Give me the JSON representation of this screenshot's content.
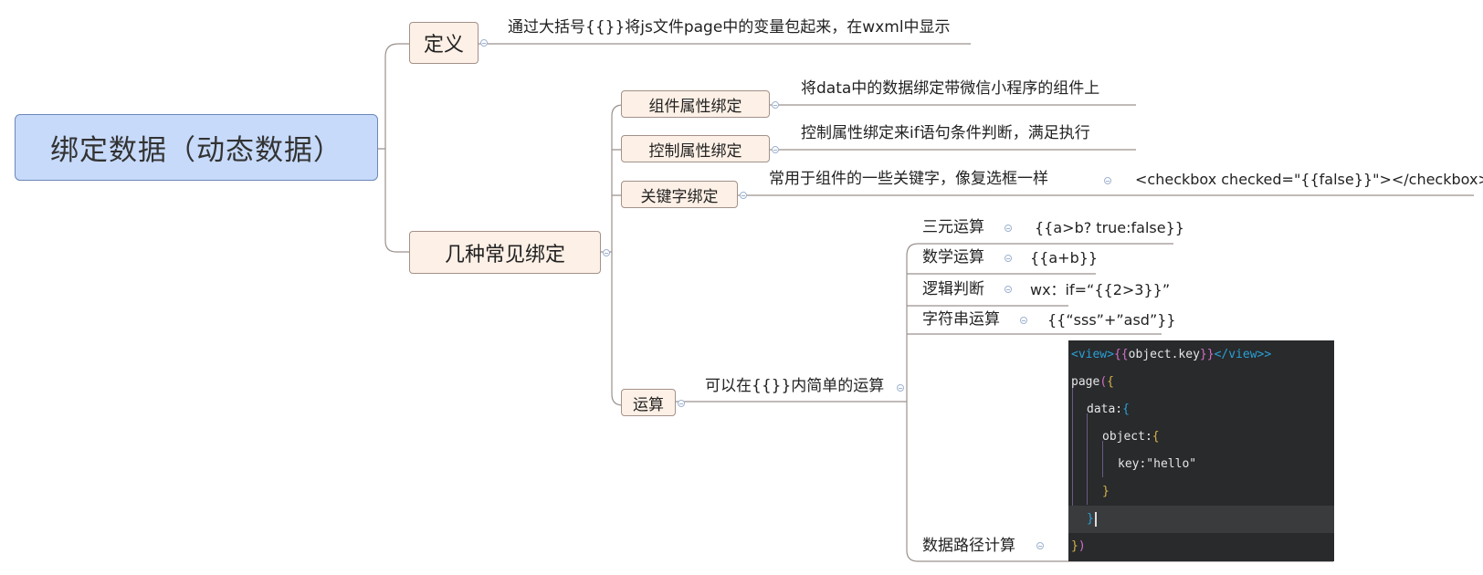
{
  "root": {
    "label": "绑定数据（动态数据）"
  },
  "definition": {
    "label": "定义",
    "text": "通过大括号{{}}将js文件page中的变量包起来，在wxml中显示"
  },
  "common": {
    "label": "几种常见绑定",
    "children": [
      {
        "label": "组件属性绑定",
        "text": "将data中的数据绑定带微信小程序的组件上"
      },
      {
        "label": "控制属性绑定",
        "text": "控制属性绑定来if语句条件判断，满足执行"
      },
      {
        "label": "关键字绑定",
        "text": "常用于组件的一些关键字，像复选框一样",
        "detail": "<checkbox checked=\"{{false}}\"></checkbox>>"
      },
      {
        "label": "运算",
        "text": "可以在{{}}内简单的运算",
        "children": [
          {
            "label": "三元运算",
            "text": "{{a>b? true:false}}"
          },
          {
            "label": "数学运算",
            "text": "{{a+b}}"
          },
          {
            "label": "逻辑判断",
            "text": "wx：if=“{{2>3}}”"
          },
          {
            "label": "字符串运算",
            "text": "{{“sss”+”asd”}}"
          },
          {
            "label": "数据路径计算"
          }
        ]
      }
    ]
  },
  "code": {
    "l1": {
      "open_lt": "<",
      "open_tag": "view",
      "open_gt": ">",
      "br_open": "{{",
      "expr": "object.key",
      "br_close": "}}",
      "close_lt": "</",
      "close_tag": "view",
      "close_gt": ">>"
    },
    "l2": {
      "text": "page",
      "paren": "(",
      "brace": "{"
    },
    "l3": {
      "text": "data:",
      "brace": "{"
    },
    "l4": {
      "text": "object:",
      "brace": "{"
    },
    "l5": {
      "text": "key:\"hello\""
    },
    "l6": {
      "brace": "}"
    },
    "l7": {
      "brace": "}"
    },
    "l8": {
      "brace": "}",
      "paren": ")"
    }
  }
}
